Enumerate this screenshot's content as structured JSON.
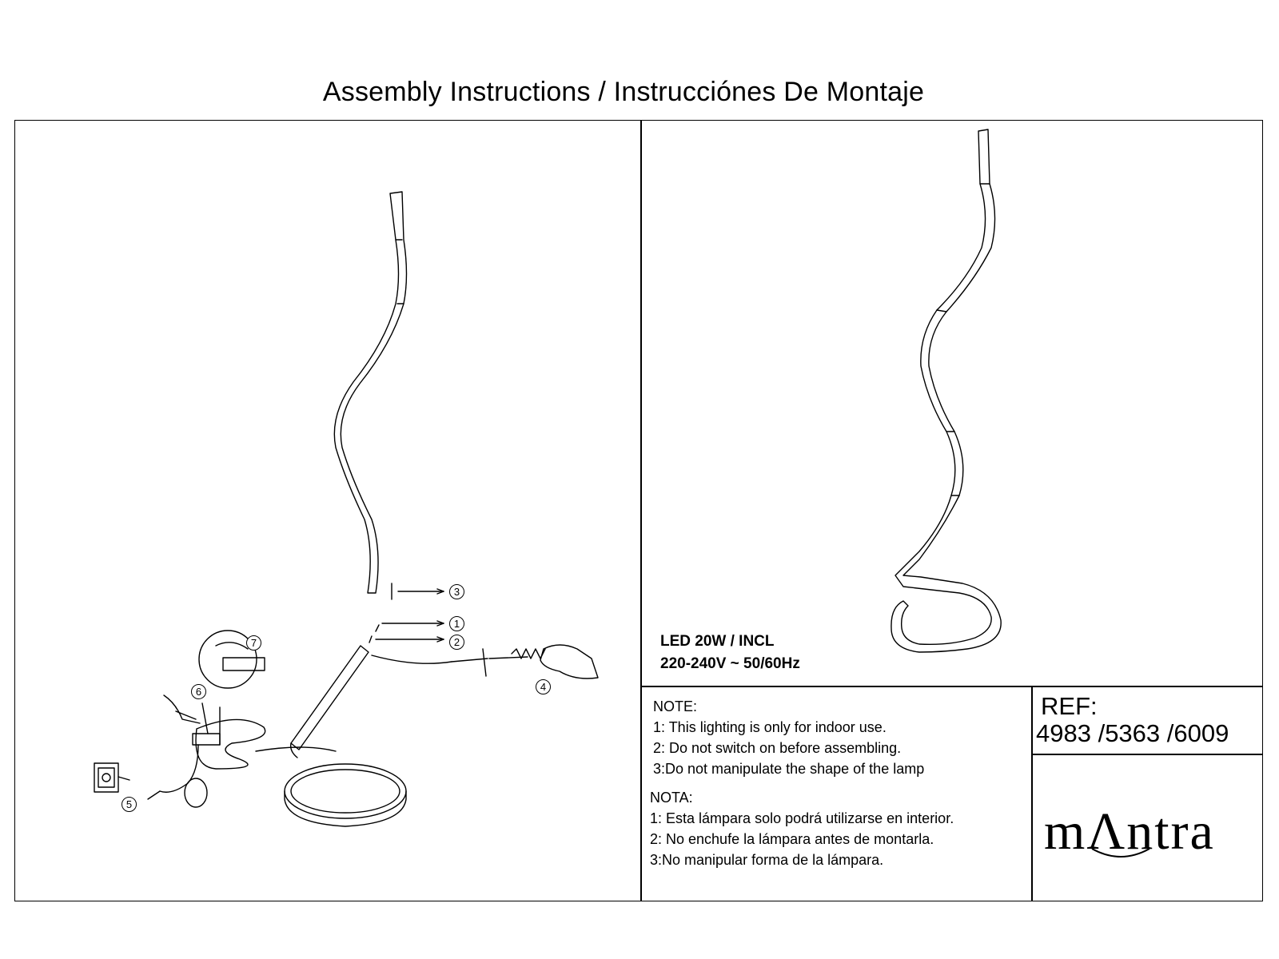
{
  "title": "Assembly Instructions / Instrucciónes De Montaje",
  "specs": {
    "line1": "LED 20W / INCL",
    "line2": "220-240V ~ 50/60Hz"
  },
  "notes_en": {
    "heading": "NOTE:",
    "items": [
      "1: This lighting is only for indoor use.",
      "2: Do not switch on before assembling.",
      "3:Do not manipulate the shape of the lamp"
    ]
  },
  "notes_es": {
    "heading": "NOTA:",
    "items": [
      "1: Esta lámpara solo podrá utilizarse en interior.",
      "2: No enchufe la lámpara antes de montarla.",
      "3:No manipular forma de la lámpara."
    ]
  },
  "ref": {
    "label": "REF:",
    "numbers": "4983 /5363 /6009"
  },
  "brand": {
    "logo_text": "mΛntra"
  },
  "steps": [
    "1",
    "2",
    "3",
    "4",
    "5",
    "6",
    "7"
  ]
}
